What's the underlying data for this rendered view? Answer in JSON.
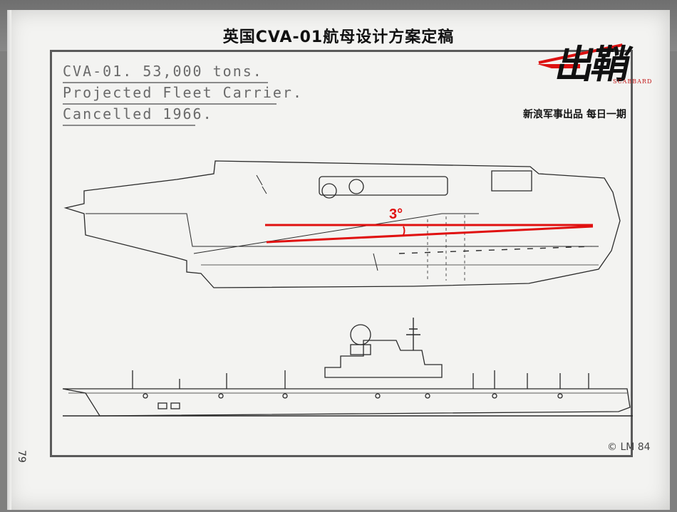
{
  "headline": "英国CVA-01航母设计方案定稿",
  "caption": {
    "line1": "CVA-01.    53,000 tons.",
    "line2": "Projected Fleet Carrier.",
    "line3": "Cancelled 1966."
  },
  "logo": {
    "main": "出鞘",
    "sub": "SCABBARD"
  },
  "tagline": "新浪军事出品 每日一期",
  "angle_annotation": "3°",
  "page_number": "79",
  "copyright": "© LM 84",
  "colors": {
    "accent": "#e01010",
    "ink": "#2a2a2a",
    "paper": "#f3f3f1"
  }
}
